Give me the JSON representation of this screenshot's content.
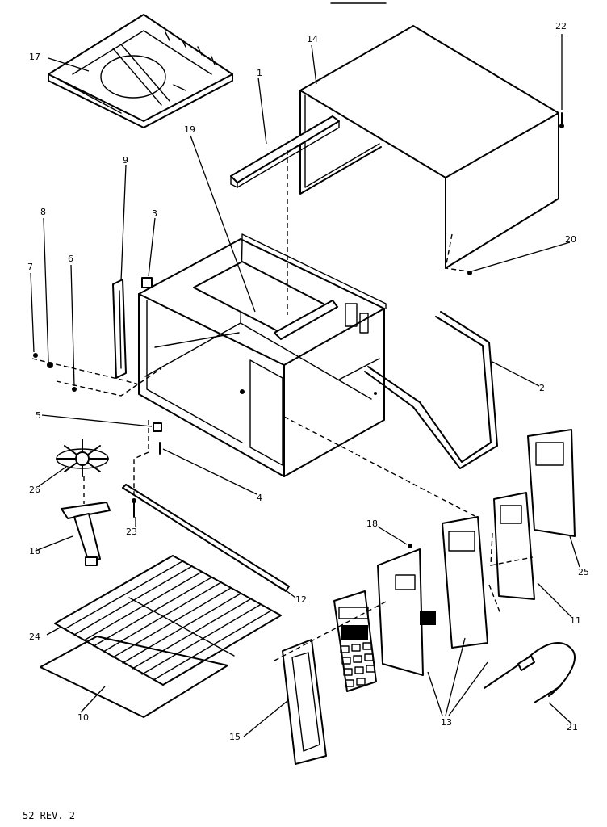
{
  "title_fragment": "",
  "footer": "52  REV. 2",
  "callouts": {
    "c1": "1",
    "c2": "2",
    "c3": "3",
    "c4": "4",
    "c5": "5",
    "c6": "6",
    "c7": "7",
    "c8": "8",
    "c9": "9",
    "c10": "10",
    "c11": "11",
    "c12": "12",
    "c13": "13",
    "c14": "14",
    "c15": "15",
    "c16": "16",
    "c17": "17",
    "c18": "18",
    "c19": "19",
    "c20": "20",
    "c21": "21",
    "c22": "22",
    "c23": "23",
    "c24": "24",
    "c25": "25",
    "c26": "26"
  }
}
